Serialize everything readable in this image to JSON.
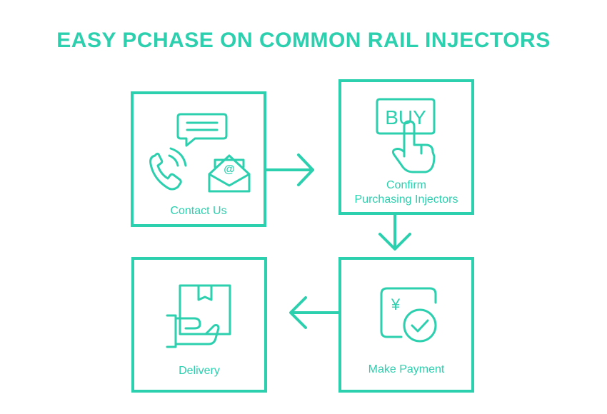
{
  "title": "EASY PCHASE ON COMMON RAIL INJECTORS",
  "accent_color": "#2ccfae",
  "steps": [
    {
      "id": "contact",
      "label": "Contact Us",
      "icons": [
        "chat-icon",
        "phone-icon",
        "email-icon"
      ]
    },
    {
      "id": "confirm",
      "label_line1": "Confirm",
      "label_line2": "Purchasing Injectors",
      "button_text": "BUY",
      "icons": [
        "buy-button-icon",
        "pointing-hand-icon"
      ]
    },
    {
      "id": "payment",
      "label": "Make Payment",
      "symbol": "¥",
      "icons": [
        "yen-card-icon",
        "check-circle-icon"
      ]
    },
    {
      "id": "delivery",
      "label": "Delivery",
      "icons": [
        "package-icon",
        "hand-icon"
      ]
    }
  ],
  "flow": [
    "Contact Us",
    "Confirm Purchasing Injectors",
    "Make Payment",
    "Delivery"
  ]
}
